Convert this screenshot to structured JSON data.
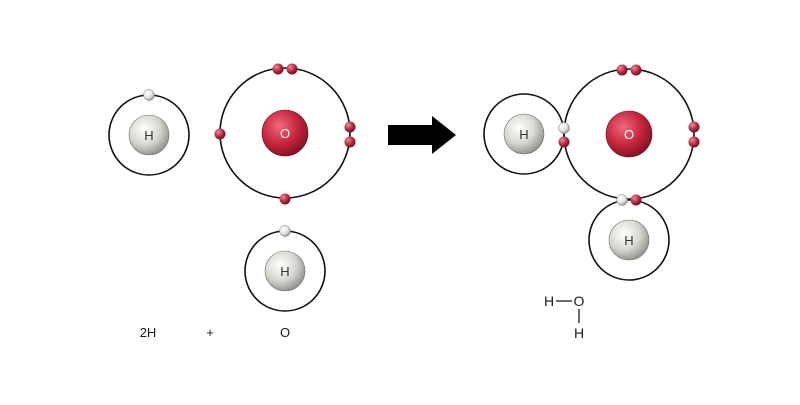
{
  "diagram": {
    "atoms": {
      "hydrogen_symbol": "H",
      "oxygen_symbol": "O"
    },
    "equation": {
      "reactant_1": "2H",
      "plus": "+",
      "reactant_2": "O"
    },
    "structural_formula": {
      "top_left": "H",
      "top_right": "O",
      "bottom": "H"
    },
    "colors": {
      "oxygen_nucleus": "#c8263e",
      "oxygen_electron": "#b5283f",
      "hydrogen_nucleus": "#cfcfc9",
      "hydrogen_electron": "#e6e6e2",
      "orbit": "#111111",
      "arrow": "#000000"
    }
  }
}
